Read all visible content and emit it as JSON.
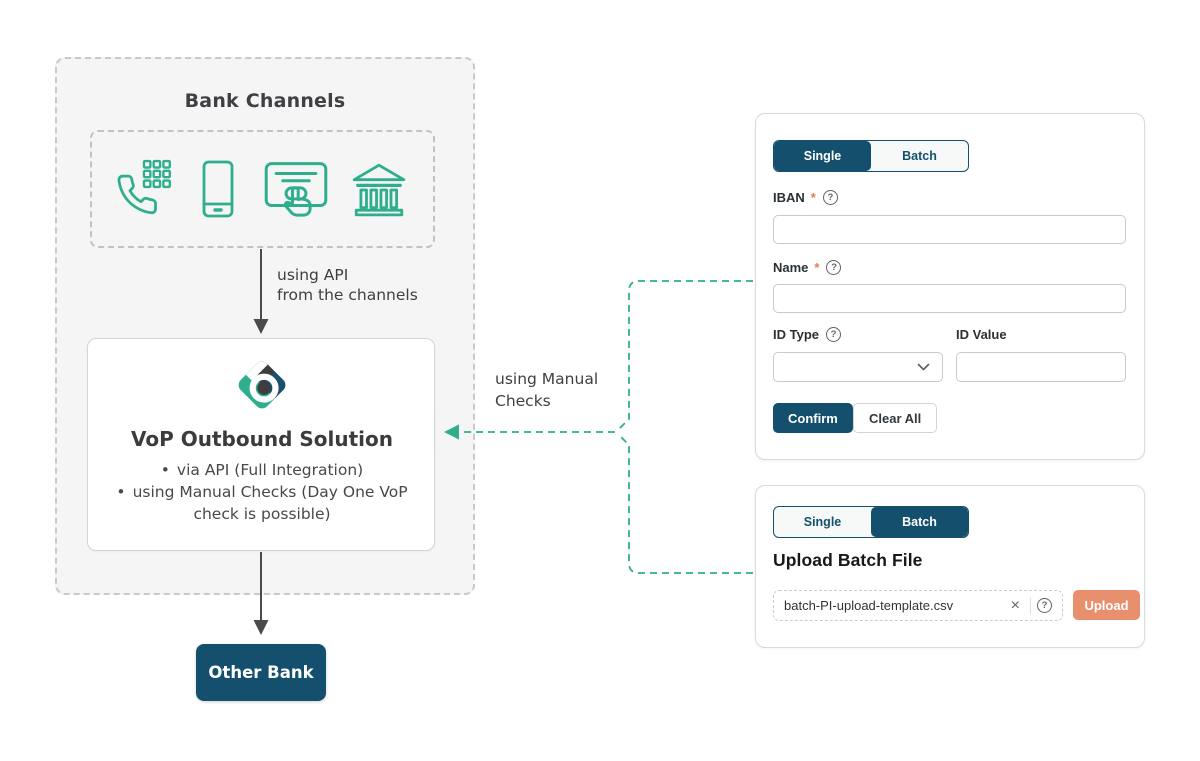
{
  "colors": {
    "green": "#2fae8e",
    "navy": "#14506e",
    "salmon": "#e8906d",
    "panel_background": "#f5f5f6",
    "dark_text": "#3f4043",
    "required_asterisk": "#e8794f"
  },
  "diagram": {
    "bank_channels_title": "Bank Channels",
    "channel_icons": [
      "phone-keypad",
      "smartphone",
      "card-terminal",
      "bank-building"
    ],
    "api_label_line1": "using API",
    "api_label_line2": "from the channels",
    "vop": {
      "title": "VoP Outbound Solution",
      "bullet_char": "•",
      "bullets": [
        "via API (Full Integration)",
        "using Manual Checks (Day One VoP check is possible)"
      ]
    },
    "other_bank_label": "Other Bank",
    "manual_label_line1": "using Manual",
    "manual_label_line2": "Checks"
  },
  "single_form": {
    "tab_single": "Single",
    "tab_batch": "Batch",
    "iban_label": "IBAN",
    "iban_required": "*",
    "iban_value": "",
    "name_label": "Name",
    "name_required": "*",
    "name_value": "",
    "id_type_label": "ID Type",
    "id_type_value": "",
    "id_value_label": "ID Value",
    "id_value_value": "",
    "help_glyph": "?",
    "confirm_label": "Confirm",
    "clear_all_label": "Clear All"
  },
  "batch_form": {
    "tab_single": "Single",
    "tab_batch": "Batch",
    "heading": "Upload Batch File",
    "file_name": "batch-PI-upload-template.csv",
    "clear_glyph": "×",
    "help_glyph": "?",
    "upload_label": "Upload"
  }
}
